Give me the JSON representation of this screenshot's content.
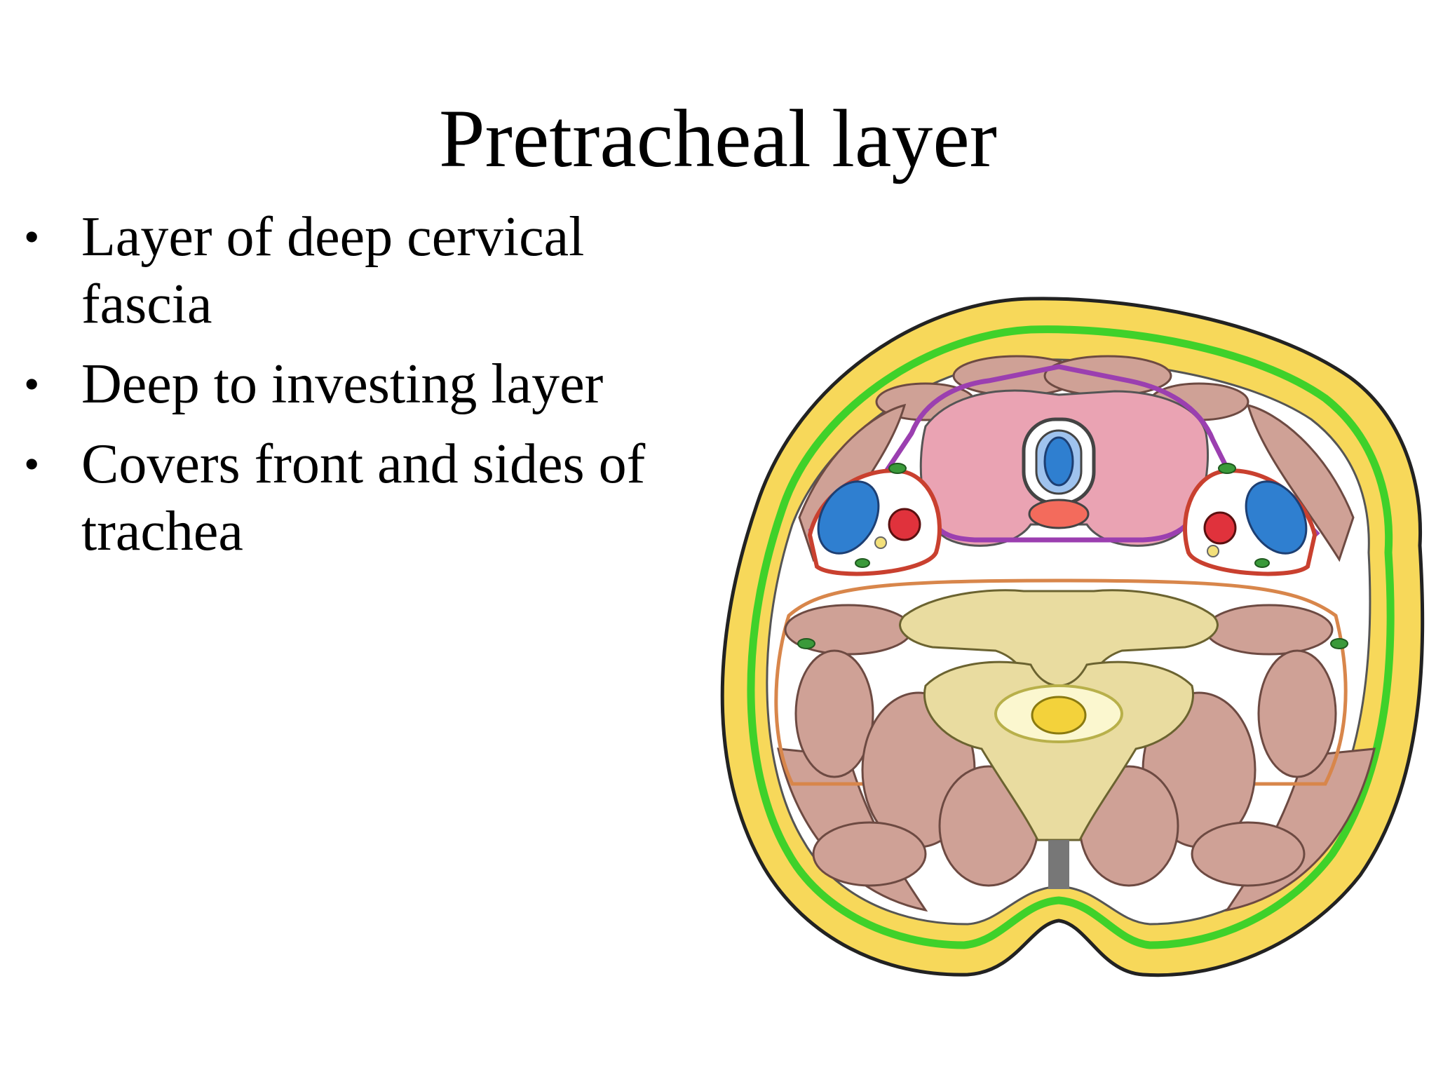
{
  "slide": {
    "title": "Pretracheal layer",
    "bullets": [
      "Layer of deep cervical fascia",
      "Deep to investing layer",
      "Covers front and sides of trachea"
    ],
    "bullet_glyph": "•"
  },
  "figure": {
    "icon": "neck-cross-section-illustration",
    "colors": {
      "skin_fat": "#f7d85a",
      "investing_fascia": "#3fd12a",
      "pretracheal_fascia": "#9b3fb0",
      "thyroid": "#eaa3b3",
      "muscle": "#cfa196",
      "vertebra": "#e9dca0",
      "vein": "#2f7fd0",
      "artery": "#e0323c",
      "carotid_sheath": "#c9402f",
      "spinal_cord": "#f3d23b"
    }
  }
}
